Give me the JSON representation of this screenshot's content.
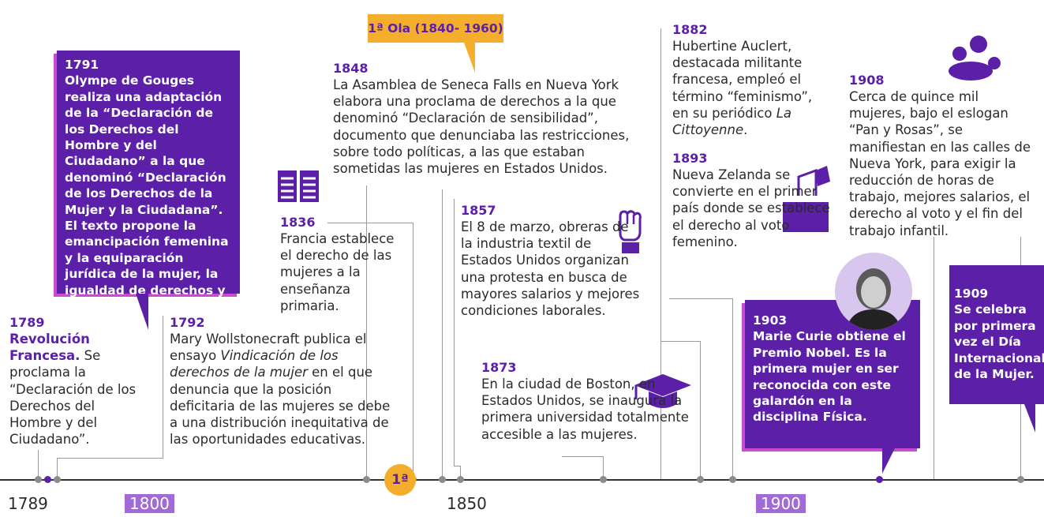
{
  "colors": {
    "purple": "#5b1fa8",
    "orange": "#f4ae2b",
    "magenta": "#c84bd4",
    "gray": "#8c8c8c"
  },
  "wave_banner": "1ª Ola (1840- 1960)",
  "wave_marker": "1ª",
  "axis_labels": [
    "1789",
    "1800",
    "1850",
    "1900"
  ],
  "events": {
    "e1791": {
      "year": "1791",
      "text": "Olympe de Gouges realiza una adaptación de la “Declaración de los Derechos del Hombre y del Ciudadano” a la que denominó “Declaración de los Derechos de la Mujer y la Ciudadana”. El texto propone la emancipación femenina y la equiparación jurídica de la mujer, la igualdad de derechos y el sufragio femenino."
    },
    "e1789": {
      "year": "1789",
      "title": "Revolución Francesa.",
      "text": " Se proclama la “Declaración de los Derechos del Hombre y del Ciudadano”."
    },
    "e1792": {
      "year": "1792",
      "text_a": "Mary Wollstonecraft publica el ensayo ",
      "italic": "Vindicación de los derechos de la mujer",
      "text_b": " en el que denuncia que la posición deficitaria de las mujeres se debe a una distribución inequitativa de las oportunidades educativas."
    },
    "e1836": {
      "year": "1836",
      "text": "Francia establece el derecho de las mujeres a la enseñanza primaria."
    },
    "e1848": {
      "year": "1848",
      "text": "La Asamblea de Seneca Falls en Nueva York elabora una proclama de derechos a la que denominó “Declaración de sensibilidad”, documento que denunciaba las restricciones, sobre todo políticas, a las que estaban sometidas las mujeres en Estados Unidos."
    },
    "e1857": {
      "year": "1857",
      "text": "El 8 de marzo, obreras de la industria textil de Estados Unidos organizan una protesta en busca de mayores salarios y mejores condiciones laborales."
    },
    "e1873": {
      "year": "1873",
      "text": "En la ciudad de Boston, en Estados Unidos, se inaugura la primera universidad totalmente accesible a las mujeres."
    },
    "e1882": {
      "year": "1882",
      "text_a": "Hubertine Auclert, destacada militante francesa, empleó el término “feminismo”, en su periódico ",
      "italic": "La Cittoyenne",
      "text_b": "."
    },
    "e1893": {
      "year": "1893",
      "text": "Nueva Zelanda se convierte en el primer país donde se establece el derecho al voto femenino."
    },
    "e1903": {
      "year": "1903",
      "text": "Marie Curie obtiene el Premio Nobel. Es la primera mujer en ser reconocida con este galardón en la disciplina Física."
    },
    "e1908": {
      "year": "1908",
      "text": "Cerca de quince mil mujeres, bajo el eslogan “Pan y Rosas”, se manifiestan en las calles de Nueva York, para exigir la reducción de horas de trabajo, mejores salarios, el derecho al voto y el fin del trabajo infantil."
    },
    "e1909": {
      "year": "1909",
      "text": "Se celebra por primera vez el Día Internacional de la Mujer."
    }
  }
}
